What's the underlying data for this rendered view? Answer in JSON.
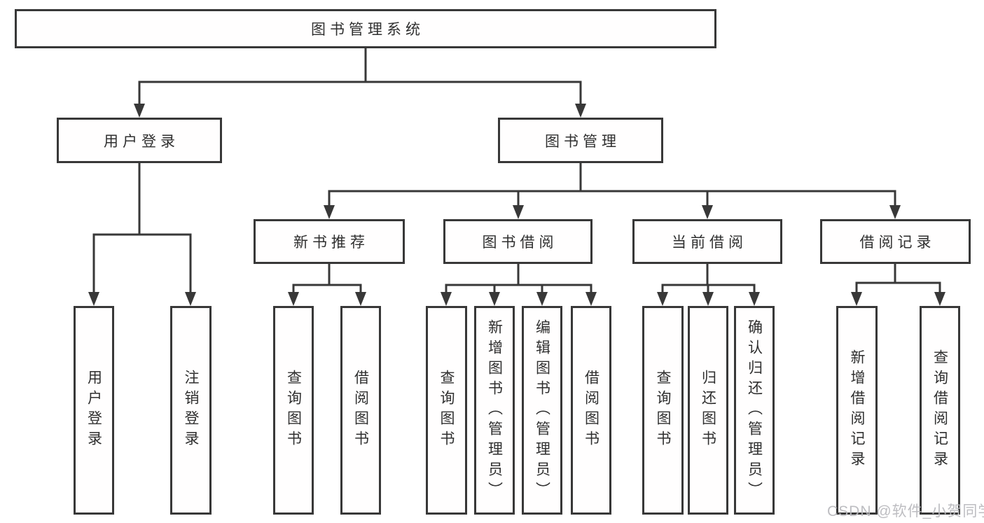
{
  "diagram": {
    "title": "图书管理系统",
    "root": "图书管理系统",
    "level2": [
      "用户登录",
      "图书管理"
    ],
    "level3": [
      "新书推荐",
      "图书借阅",
      "当前借阅",
      "借阅记录"
    ],
    "leaves": [
      "用户登录",
      "注销登录",
      "查询图书",
      "借阅图书",
      "查询图书",
      "新增图书（管理员）",
      "编辑图书（管理员）",
      "借阅图书",
      "查询图书",
      "归还图书",
      "确认归还（管理员）",
      "新增借阅记录",
      "查询借阅记录"
    ]
  },
  "watermark": "CSDN @软件_小贺同学",
  "colors": {
    "line": "#383838",
    "text": "#2f2f2f",
    "background": "#ffffff",
    "watermark": "#b9b9be"
  }
}
